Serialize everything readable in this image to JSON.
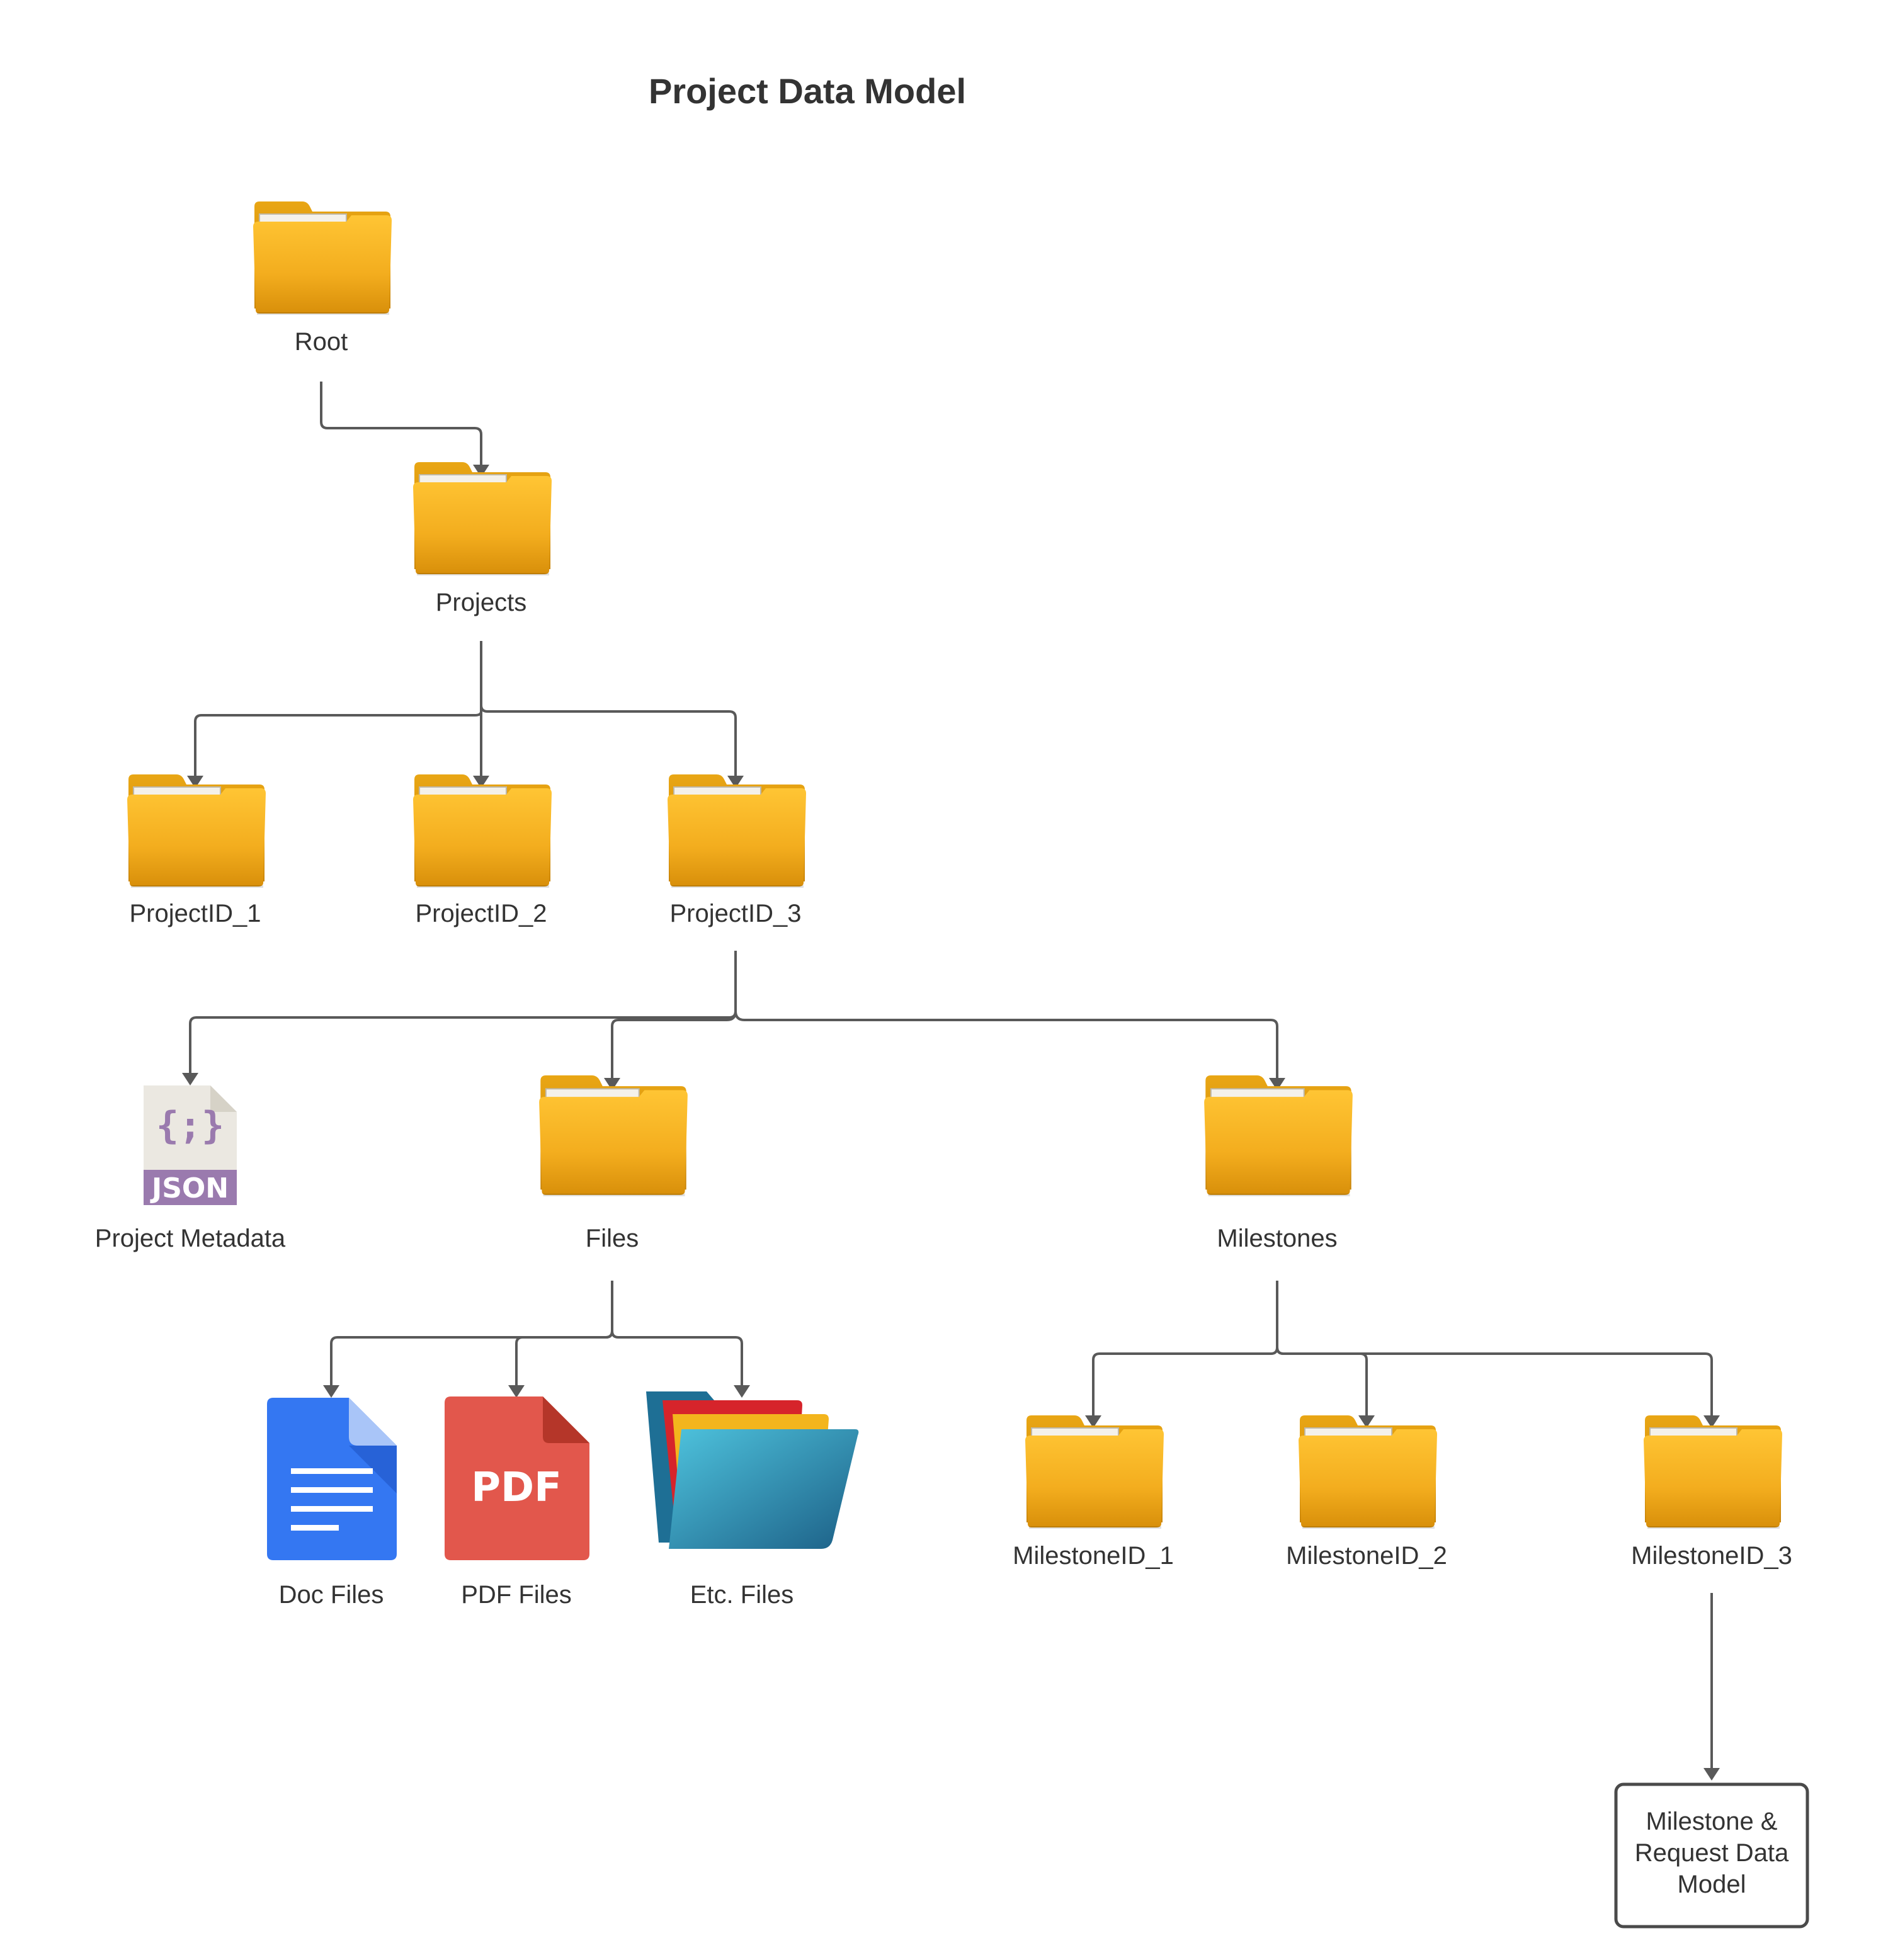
{
  "title": "Project Data Model",
  "nodes": {
    "root": {
      "label": "Root",
      "icon": "folder-icon"
    },
    "projects": {
      "label": "Projects",
      "icon": "folder-icon"
    },
    "project_1": {
      "label": "ProjectID_1",
      "icon": "folder-icon"
    },
    "project_2": {
      "label": "ProjectID_2",
      "icon": "folder-icon"
    },
    "project_3": {
      "label": "ProjectID_3",
      "icon": "folder-icon"
    },
    "metadata": {
      "label": "Project Metadata",
      "icon": "json-file-icon",
      "icon_text": "JSON"
    },
    "files": {
      "label": "Files",
      "icon": "folder-icon"
    },
    "milestones": {
      "label": "Milestones",
      "icon": "folder-icon"
    },
    "doc_files": {
      "label": "Doc Files",
      "icon": "doc-file-icon"
    },
    "pdf_files": {
      "label": "PDF Files",
      "icon": "pdf-file-icon",
      "icon_text": "PDF"
    },
    "etc_files": {
      "label": "Etc. Files",
      "icon": "stacked-folders-icon"
    },
    "milestone_1": {
      "label": "MilestoneID_1",
      "icon": "folder-icon"
    },
    "milestone_2": {
      "label": "MilestoneID_2",
      "icon": "folder-icon"
    },
    "milestone_3": {
      "label": "MilestoneID_3",
      "icon": "folder-icon"
    },
    "data_model": {
      "lines": [
        "Milestone &",
        "Request Data",
        "Model"
      ]
    }
  },
  "edges": [
    [
      "root",
      "projects"
    ],
    [
      "projects",
      "project_1"
    ],
    [
      "projects",
      "project_2"
    ],
    [
      "projects",
      "project_3"
    ],
    [
      "project_3",
      "metadata"
    ],
    [
      "project_3",
      "files"
    ],
    [
      "project_3",
      "milestones"
    ],
    [
      "files",
      "doc_files"
    ],
    [
      "files",
      "pdf_files"
    ],
    [
      "files",
      "etc_files"
    ],
    [
      "milestones",
      "milestone_1"
    ],
    [
      "milestones",
      "milestone_2"
    ],
    [
      "milestones",
      "milestone_3"
    ],
    [
      "milestone_3",
      "data_model"
    ]
  ],
  "colors": {
    "folder_top": "#ffc534",
    "folder_bottom": "#d88f0a",
    "connector": "#595959",
    "json_band": "#9a7aae",
    "doc_blue": "#3477f2",
    "pdf_red": "#e2574c"
  }
}
